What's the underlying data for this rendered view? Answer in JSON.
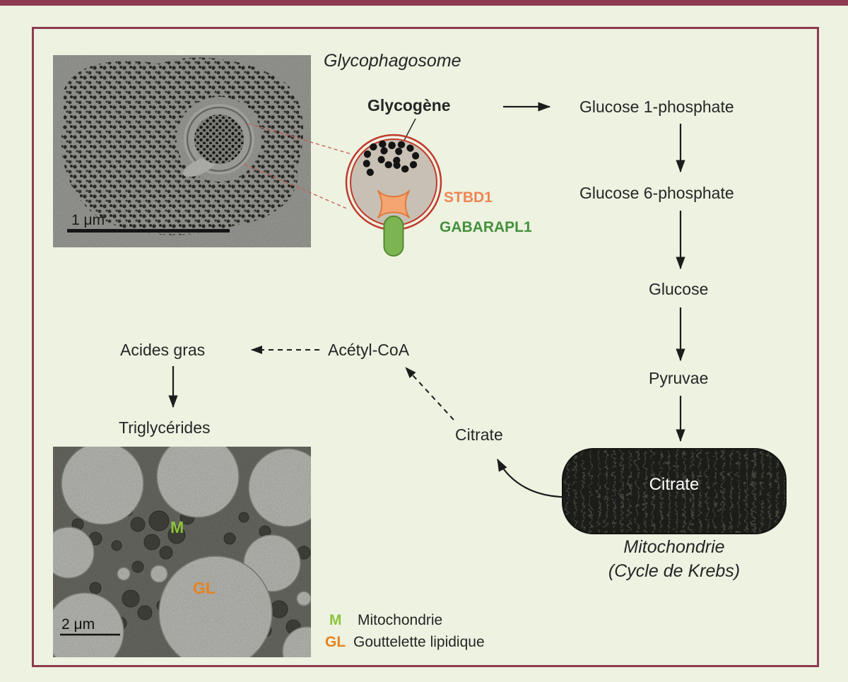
{
  "colors": {
    "maroon_frame": "#8e3a50",
    "background": "#edf2e1",
    "membrane_red": "#c0392b",
    "stbd1_orange": "#f08552",
    "gabarapl1_green": "#43903b",
    "mito_marker_green": "#8cc33c",
    "lipid_marker_orange": "#e8821e"
  },
  "pathway": {
    "glycophagosome_title": "Glycophagosome",
    "glycogene": "Glycogène",
    "glucose_1_phosphate": "Glucose 1-phosphate",
    "glucose_6_phosphate": "Glucose 6-phosphate",
    "glucose": "Glucose",
    "pyruvate": "Pyruvae",
    "citrate_in_mito": "Citrate",
    "mitochondrie_line1": "Mitochondrie",
    "mitochondrie_line2": "(Cycle de Krebs)",
    "citrate": "Citrate",
    "acetyl_coa": "Acétyl-CoA",
    "acides_gras": "Acides gras",
    "triglycerides": "Triglycérides"
  },
  "vesicle": {
    "stbd1": "STBD1",
    "gabarapl1": "GABARAPL1"
  },
  "micrograph_top": {
    "scale_label": "1 μm"
  },
  "micrograph_bottom": {
    "scale_label": "2 μm",
    "m_marker": "M",
    "gl_marker": "GL"
  },
  "legend": {
    "m_key": "M",
    "m_label": "Mitochondrie",
    "gl_key": "GL",
    "gl_label": "Gouttelette lipidique"
  }
}
